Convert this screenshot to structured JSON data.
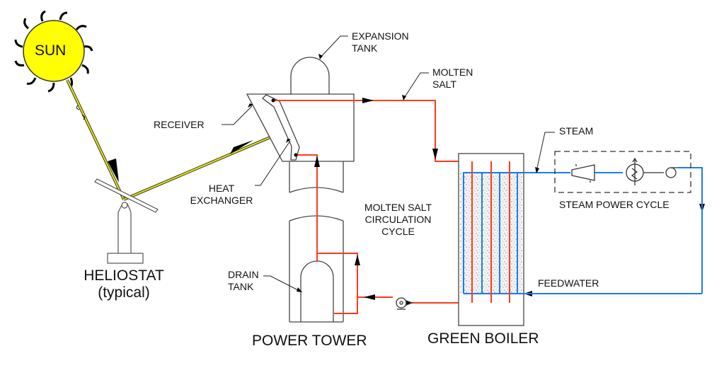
{
  "labels": {
    "sun": "SUN",
    "expansion_tank": [
      "EXPANSION",
      "TANK"
    ],
    "molten_salt": [
      "MOLTEN",
      "SALT"
    ],
    "receiver": "RECEIVER",
    "heat_exchanger": [
      "HEAT",
      "EXCHANGER"
    ],
    "steam": "STEAM",
    "steam_power_cycle": "STEAM POWER CYCLE",
    "molten_salt_cycle": [
      "MOLTEN SALT",
      "CIRCULATION",
      "CYCLE"
    ],
    "drain_tank": [
      "DRAIN",
      "TANK"
    ],
    "feedwater": "FEEDWATER",
    "heliostat": [
      "HELIOSTAT",
      "(typical)"
    ],
    "power_tower": "POWER TOWER",
    "green_boiler": "GREEN BOILER"
  },
  "colors": {
    "sun": "#ffff00",
    "beam": "#e8e800",
    "molten_salt": "#ff3b1a",
    "water_steam": "#1e7cf0",
    "outline": "#333333"
  }
}
